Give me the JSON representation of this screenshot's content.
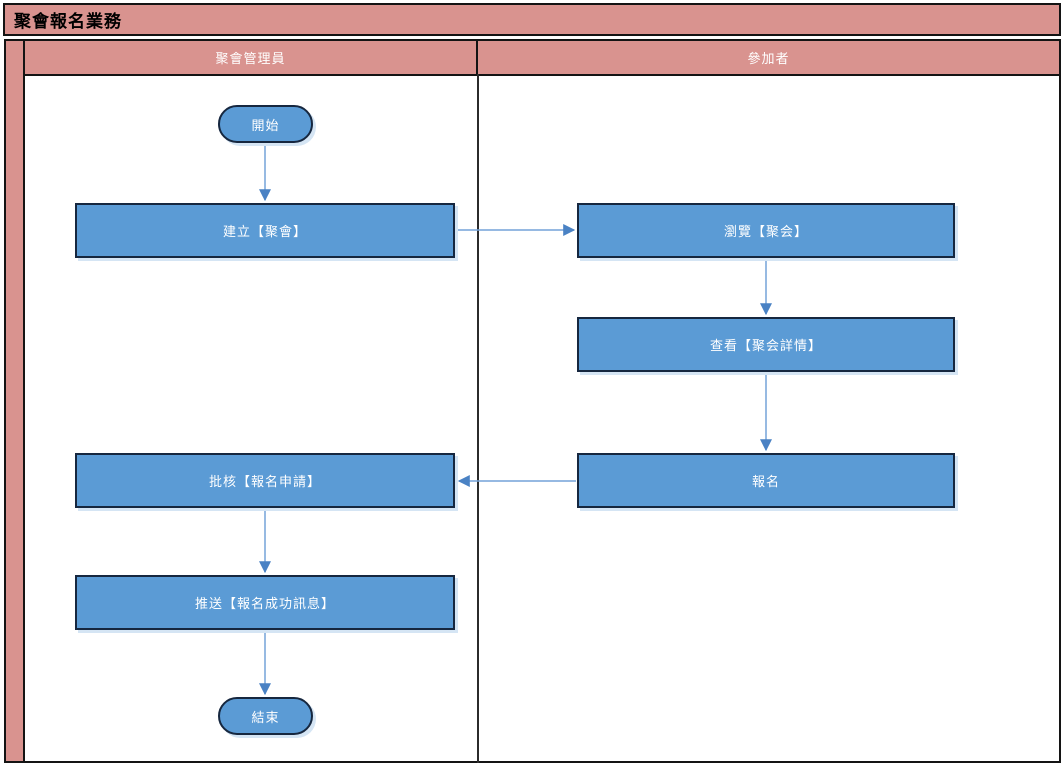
{
  "diagram": {
    "title": "聚會報名業務",
    "type": "cross-functional-flowchart"
  },
  "lanes": [
    {
      "id": "admin",
      "label": "聚會管理員"
    },
    {
      "id": "participant",
      "label": "參加者"
    }
  ],
  "nodes": {
    "start": {
      "shape": "terminator",
      "label": "開始",
      "lane": "聚會管理員"
    },
    "create_meeting": {
      "shape": "process",
      "label": "建立【聚會】",
      "lane": "聚會管理員"
    },
    "browse_meeting": {
      "shape": "process",
      "label": "瀏覽【聚会】",
      "lane": "參加者"
    },
    "view_details": {
      "shape": "process",
      "label": "查看【聚会詳情】",
      "lane": "參加者"
    },
    "register": {
      "shape": "process",
      "label": "報名",
      "lane": "參加者"
    },
    "approve": {
      "shape": "process",
      "label": "批核【報名申請】",
      "lane": "聚會管理員"
    },
    "push_message": {
      "shape": "process",
      "label": "推送【報名成功訊息】",
      "lane": "聚會管理員"
    },
    "end": {
      "shape": "terminator",
      "label": "結束",
      "lane": "聚會管理員"
    }
  },
  "connectors": [
    {
      "from": "start",
      "to": "create_meeting",
      "direction": "down"
    },
    {
      "from": "create_meeting",
      "to": "browse_meeting",
      "direction": "right"
    },
    {
      "from": "browse_meeting",
      "to": "view_details",
      "direction": "down"
    },
    {
      "from": "view_details",
      "to": "register",
      "direction": "down"
    },
    {
      "from": "register",
      "to": "approve",
      "direction": "left"
    },
    {
      "from": "approve",
      "to": "push_message",
      "direction": "down"
    },
    {
      "from": "push_message",
      "to": "end",
      "direction": "down"
    }
  ],
  "colors": {
    "lane_fill": "#D9938F",
    "lane_border": "#141414",
    "lane_text": "#FFFFFF",
    "title_text": "#000000",
    "node_fill": "#5B9BD5",
    "node_border": "#16273F",
    "node_text": "#FFFFFF",
    "node_shadow": "#D5E5F4",
    "connector_line": "#74A2D8",
    "connector_arrowhead": "#4A82C4"
  }
}
